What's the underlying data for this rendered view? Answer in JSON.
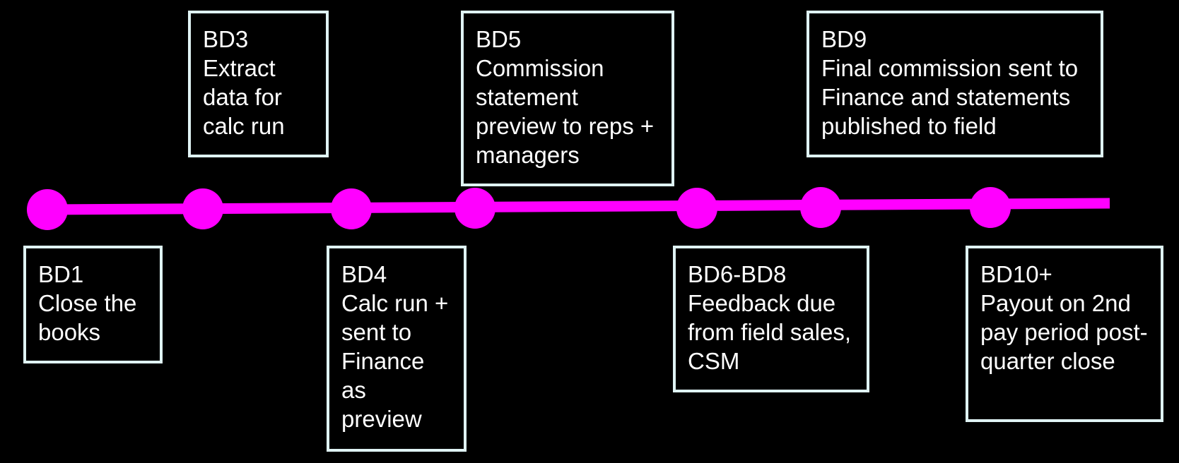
{
  "colors": {
    "background": "#000000",
    "line": "#ff00ff",
    "marker": "#ff00ff",
    "box_border": "#dff3f4",
    "text": "#ffffff"
  },
  "milestones": [
    {
      "day": "BD1",
      "description": "Close the books"
    },
    {
      "day": "BD3",
      "description": "Extract data for calc run"
    },
    {
      "day": "BD4",
      "description": "Calc run + sent to Finance as preview"
    },
    {
      "day": "BD5",
      "description": "Commission statement preview to reps + managers"
    },
    {
      "day": "BD6-BD8",
      "description": "Feedback due from field sales, CSM"
    },
    {
      "day": "BD9",
      "description": "Final commission sent to Finance and statements published to field"
    },
    {
      "day": "BD10+",
      "description": "Payout on 2nd pay period post-quarter close"
    }
  ]
}
